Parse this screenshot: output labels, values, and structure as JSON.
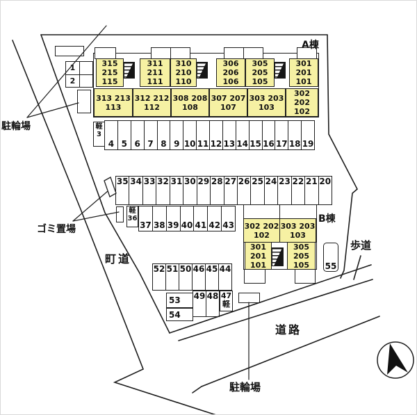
{
  "colors": {
    "unit_fill": "#f6f1a3",
    "line": "#1c1c1c"
  },
  "icons": {
    "north_arrow": "north-arrow-in-circle"
  },
  "buildings": {
    "a": {
      "label": "A棟",
      "upper_units": [
        "315\n215\n115",
        "311\n211\n111",
        "310\n210\n110",
        "306\n206\n106",
        "305\n205\n105",
        "301\n201\n101"
      ],
      "lower_units": [
        "313 213\n113",
        "312 212\n112",
        "308 208\n108",
        "307 207\n107",
        "303 203\n103",
        "302 202\n102"
      ]
    },
    "b": {
      "label": "B棟",
      "upper_units": [
        "302 202\n102",
        "303 203\n103"
      ],
      "lower_units": [
        "301\n201\n101",
        "305\n205\n105"
      ]
    }
  },
  "parking": {
    "kei_3": "軽\n3",
    "row_4_19": [
      "4",
      "5",
      "6",
      "7",
      "8",
      "9",
      "10",
      "11",
      "12",
      "13",
      "14",
      "15",
      "16",
      "17",
      "18",
      "19"
    ],
    "row_35_20": [
      "35",
      "34",
      "33",
      "32",
      "31",
      "30",
      "29",
      "28",
      "27",
      "26",
      "25",
      "24",
      "23",
      "22",
      "21",
      "20"
    ],
    "kei_36": "軽\n36",
    "row_37_43": [
      "37",
      "38",
      "39",
      "40",
      "41",
      "42",
      "43"
    ],
    "row_52_44": [
      "52",
      "51",
      "50",
      "46",
      "45",
      "44"
    ],
    "row_49_48": [
      "49",
      "48"
    ],
    "stall_47": "47\n軽",
    "stall_53": "53",
    "stall_54": "54",
    "stall_55": "55",
    "carport_1": "1",
    "carport_2": "2"
  },
  "labels": {
    "bicycle_parking_top": "駐輪場",
    "bicycle_parking_bottom": "駐輪場",
    "garbage_area": "ゴミ置場",
    "town_road": "町道",
    "road": "道路",
    "sidewalk": "歩道"
  }
}
